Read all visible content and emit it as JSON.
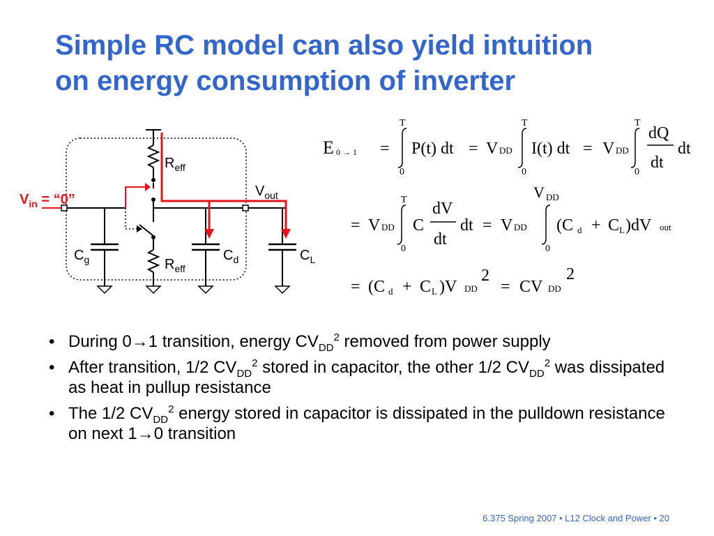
{
  "title": {
    "line1": "Simple RC model can also yield intuition",
    "line2": "on energy consumption of inverter"
  },
  "circuit": {
    "vin_prefix": "V",
    "vin_sub": "in",
    "vin_value": " = “0”",
    "vout_main": "V",
    "vout_sub": "out",
    "reff_top_main": "R",
    "reff_top_sub": "eff",
    "reff_bottom_main": "R",
    "reff_bottom_sub": "eff",
    "cg_main": "C",
    "cg_sub": "g",
    "cd_main": "C",
    "cd_sub": "d",
    "cl_main": "C",
    "cl_sub": "L",
    "colors": {
      "highlight": "#e8141b",
      "accent": "#3366cc"
    }
  },
  "equations": {
    "line1": {
      "E": "E",
      "E_sub": "0 → 1",
      "eq": "=",
      "upper": "T",
      "lower": "0",
      "term1": "P(t) dt",
      "V": "V",
      "DD": "DD",
      "term2": "I(t) dt",
      "num": "dQ",
      "den": "dt",
      "tail": "dt"
    },
    "line2": {
      "eq": "=",
      "V": "V",
      "DD": "DD",
      "upper": "T",
      "lower": "0",
      "C": "C",
      "num": "dV",
      "den": "dt",
      "dt": "dt",
      "upper2_main": "V",
      "upper2_sub": "DD",
      "lower2": "0",
      "paren_open": "(C",
      "sub_d": "d",
      "plus": "+",
      "CL": "C",
      "sub_L": "L",
      "close_dV": ")dV",
      "out": "out"
    },
    "line3": {
      "eq": "=",
      "paren_open": "(C",
      "sub_d": "d",
      "plus": "+",
      "CL": "C",
      "sub_L": "L",
      "close_V": ")V",
      "DD": "DD",
      "sq": "2",
      "CV": "CV",
      "DD2": "DD",
      "sq2": "2"
    }
  },
  "bullets": [
    {
      "pre": "During 0→1 transition, energy CV",
      "sub": "DD",
      "sup": "2",
      "post": " removed from power supply"
    },
    {
      "pre": "After transition, 1/2 CV",
      "sub": "DD",
      "sup": "2",
      "mid": " stored in capacitor, the other 1/2 CV",
      "sub2": "DD",
      "sup2": "2",
      "post": " was dissipated as heat in pullup resistance"
    },
    {
      "pre": "The 1/2 CV",
      "sub": "DD",
      "sup": "2",
      "post": "  energy stored in capacitor is dissipated in the pulldown resistance on next 1→0 transition"
    }
  ],
  "bullet_symbol": "•",
  "footer": "6.375 Spring 2007 • L12 Clock and Power • 20"
}
